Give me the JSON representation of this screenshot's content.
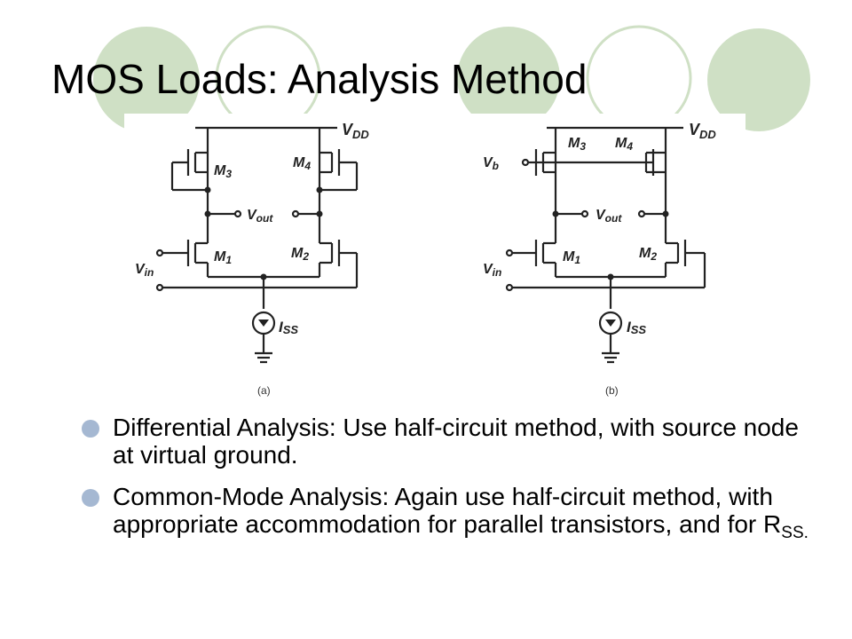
{
  "slide": {
    "title": "MOS Loads: Analysis Method",
    "colors": {
      "circle_fill": "#cfe0c5",
      "circle_outline": "#cfe0c5",
      "bullet": "#a5b8d2"
    }
  },
  "figure": {
    "vdd": "V",
    "vdd_sub": "DD",
    "vout": "V",
    "vout_sub": "out",
    "vin": "V",
    "vin_sub": "in",
    "vb": "V",
    "vb_sub": "b",
    "iss": "I",
    "iss_sub": "SS",
    "m1": "M",
    "m1_sub": "1",
    "m2": "M",
    "m2_sub": "2",
    "m3": "M",
    "m3_sub": "3",
    "m4": "M",
    "m4_sub": "4",
    "caption_a": "(a)",
    "caption_b": "(b)"
  },
  "bullets": [
    {
      "text": "Differential Analysis: Use half-circuit method, with source node at virtual ground."
    },
    {
      "text_main": "Common-Mode Analysis: Again use half-circuit method, with appropriate accommodation for parallel transistors, and for R",
      "text_sub": "SS."
    }
  ]
}
